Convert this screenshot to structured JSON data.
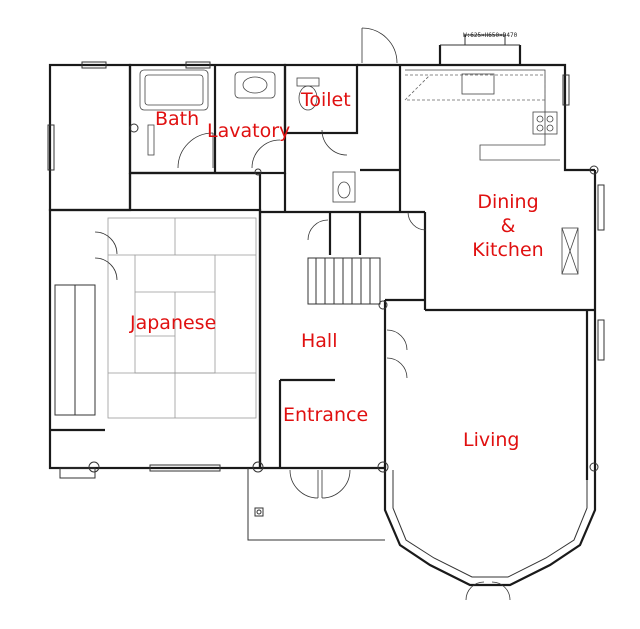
{
  "rooms": {
    "bath": "Bath",
    "lavatory": "Lavatory",
    "toilet": "Toilet",
    "dining_line1": "Dining",
    "dining_line2": "&",
    "dining_line3": "Kitchen",
    "japanese": "Japanese",
    "hall": "Hall",
    "entrance": "Entrance",
    "living": "Living"
  },
  "annotations": {
    "window_spec": "W:625×H650×D470"
  },
  "colors": {
    "label": "#e01010",
    "wall": "#1a1a1a"
  }
}
